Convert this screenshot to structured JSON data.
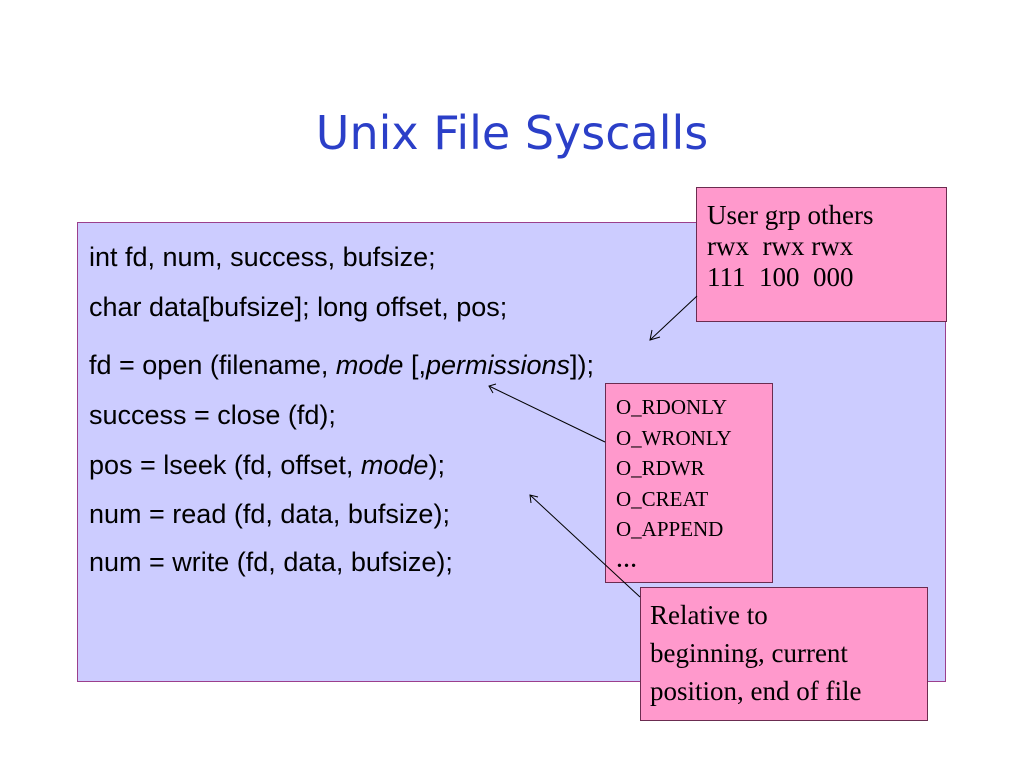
{
  "title": "Unix File Syscalls",
  "code": {
    "line1": "int fd, num, success, bufsize;",
    "line2": "char data[bufsize]; long offset, pos;",
    "line3": {
      "a": "fd = open (filename, ",
      "b": "mode",
      "c": " [,",
      "d": "permissions",
      "e": "]);"
    },
    "line4": "success = close (fd);",
    "line5": {
      "a": "pos = lseek (fd, offset, ",
      "b": "mode",
      "c": ");"
    },
    "line6": "num = read (fd, data, bufsize);",
    "line7": "num = write (fd, data, bufsize);"
  },
  "callouts": {
    "permissions": [
      "User grp others",
      "rwx  rwx rwx",
      "111  100  000"
    ],
    "modes": [
      "O_RDONLY",
      "O_WRONLY",
      "O_RDWR",
      "O_CREAT",
      "O_APPEND",
      "…"
    ],
    "whence": [
      "Relative to",
      "beginning, current",
      "position, end of file"
    ]
  },
  "colors": {
    "title": "#2b3fc8",
    "code_background": "#ccccff",
    "callout_background": "#ff99cc"
  }
}
